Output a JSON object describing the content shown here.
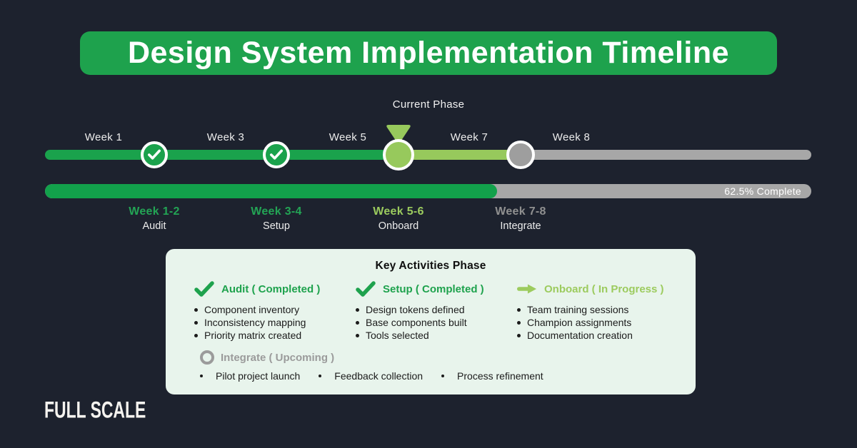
{
  "title": "Design System Implementation Timeline",
  "current_phase_label": "Current Phase",
  "ticks": [
    "Week 1",
    "Week 3",
    "Week 5",
    "Week 7",
    "Week 8"
  ],
  "progress": {
    "percent": 62.5,
    "label": "62.5% Complete"
  },
  "phases": [
    {
      "weeks": "Week 1-2",
      "name": "Audit",
      "status": "completed"
    },
    {
      "weeks": "Week 3-4",
      "name": "Setup",
      "status": "completed"
    },
    {
      "weeks": "Week 5-6",
      "name": "Onboard",
      "status": "current"
    },
    {
      "weeks": "Week 7-8",
      "name": "Integrate",
      "status": "upcoming"
    }
  ],
  "panel": {
    "title": "Key Activities Phase",
    "columns": [
      {
        "icon": "check-icon",
        "heading": "Audit ( Completed )",
        "items": [
          "Component inventory",
          "Inconsistency mapping",
          "Priority matrix created"
        ]
      },
      {
        "icon": "check-icon",
        "heading": "Setup ( Completed )",
        "items": [
          "Design tokens defined",
          "Base components built",
          "Tools selected"
        ]
      },
      {
        "icon": "arrow-right-icon",
        "heading": "Onboard ( In Progress )",
        "items": [
          "Team training sessions",
          "Champion assignments",
          "Documentation creation"
        ]
      }
    ],
    "footer": {
      "icon": "circle-outline-icon",
      "heading": "Integrate ( Upcoming )",
      "items": [
        "Pilot project launch",
        "Feedback collection",
        "Process refinement"
      ]
    }
  },
  "logo": "FULL SCALE",
  "colors": {
    "background": "#1d222e",
    "green": "#1ea24d",
    "light_green": "#97c95c",
    "gray": "#a7a7a7",
    "panel_bg": "#e8f4ec",
    "text_light": "#ececec",
    "text_dark": "#1b1b1b"
  }
}
